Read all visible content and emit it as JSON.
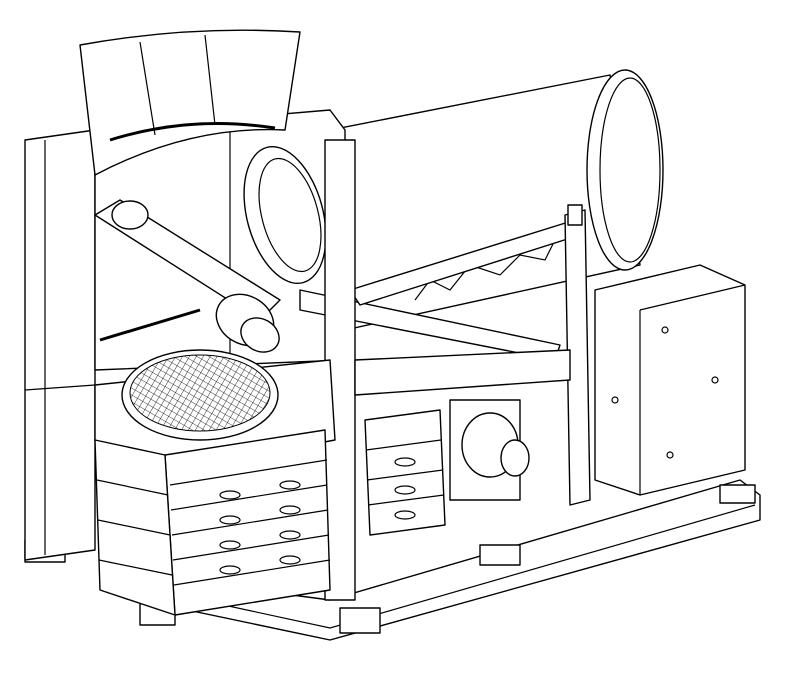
{
  "figure": {
    "line_color": "#000000",
    "background": "#ffffff",
    "components": [
      "funnel",
      "housing",
      "cylinder",
      "mesh dish",
      "drawer stack",
      "arm tube",
      "post",
      "motor",
      "cabinet",
      "base frame"
    ]
  }
}
